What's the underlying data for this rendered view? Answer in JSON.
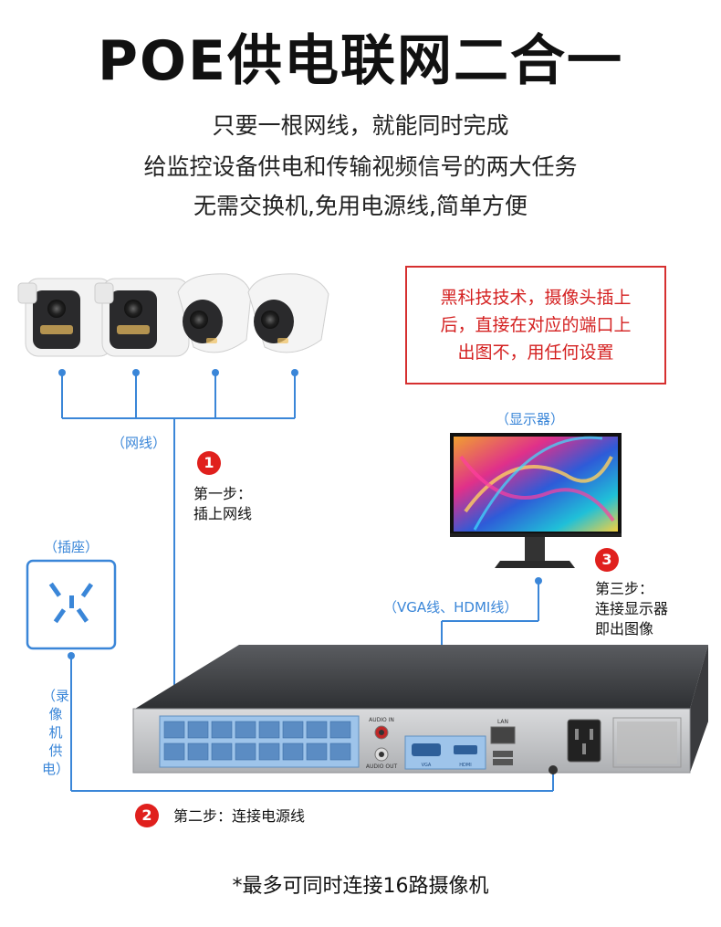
{
  "title": "POE供电联网二合一",
  "subtitle_lines": [
    "只要一根网线，就能同时完成",
    "给监控设备供电和传输视频信号的两大任务",
    "无需交换机,免用电源线,简单方便"
  ],
  "note_box": {
    "line1": "黑科技技术，摄像头插上",
    "line2": "后，直接在对应的端口上",
    "line3": "出图不，用任何设置"
  },
  "labels": {
    "network_cable": "（网线）",
    "socket": "（插座）",
    "monitor": "（显示器）",
    "video_cable": "（VGA线、HDMI线）",
    "nvr_power": [
      "（录",
      "像",
      "机",
      "供",
      "电）"
    ]
  },
  "steps": [
    {
      "num": "1",
      "line1": "第一步：",
      "line2": "插上网线"
    },
    {
      "num": "2",
      "line1": "第二步：连接电源线"
    },
    {
      "num": "3",
      "line1": "第三步：",
      "line2": "连接显示器",
      "line3": "即出图像"
    }
  ],
  "nvr_ports": {
    "audio_in": "AUDIO IN",
    "audio_out": "AUDIO OUT",
    "lan": "LAN",
    "vga": "VGA",
    "hdmi": "HDMI"
  },
  "footer": "*最多可同时连接16路摄像机",
  "colors": {
    "accent_blue": "#3a86d8",
    "warning_red": "#d63030",
    "badge_red": "#e0201d",
    "port_blue": "#8fbbe8"
  }
}
